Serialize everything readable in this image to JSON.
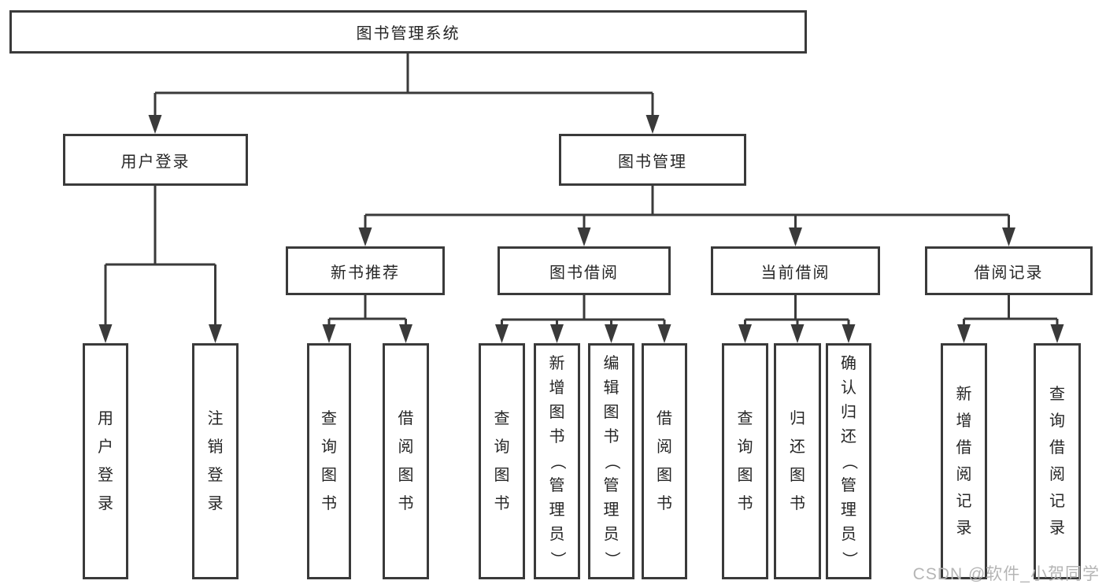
{
  "diagram": {
    "root": {
      "label": "图书管理系统"
    },
    "level2": [
      {
        "id": "user-login",
        "label": "用户登录"
      },
      {
        "id": "book-management",
        "label": "图书管理"
      }
    ],
    "level3": [
      {
        "id": "new-book-recommend",
        "label": "新书推荐",
        "parent": "图书管理"
      },
      {
        "id": "book-borrowing",
        "label": "图书借阅",
        "parent": "图书管理"
      },
      {
        "id": "current-borrowing",
        "label": "当前借阅",
        "parent": "图书管理"
      },
      {
        "id": "borrowing-records",
        "label": "借阅记录",
        "parent": "图书管理"
      }
    ],
    "leaves": [
      {
        "id": "leaf-user-login",
        "label": "用户登录",
        "parent": "用户登录"
      },
      {
        "id": "leaf-logout",
        "label": "注销登录",
        "parent": "用户登录"
      },
      {
        "id": "leaf-query-books-recommend",
        "label": "查询图书",
        "parent": "新书推荐"
      },
      {
        "id": "leaf-borrow-books-recommend",
        "label": "借阅图书",
        "parent": "新书推荐"
      },
      {
        "id": "leaf-query-books-borrowing",
        "label": "查询图书",
        "parent": "图书借阅"
      },
      {
        "id": "leaf-add-book-admin",
        "label": "新增图书（管理员）",
        "parent": "图书借阅"
      },
      {
        "id": "leaf-edit-book-admin",
        "label": "编辑图书（管理员）",
        "parent": "图书借阅"
      },
      {
        "id": "leaf-borrow-books-borrowing",
        "label": "借阅图书",
        "parent": "图书借阅"
      },
      {
        "id": "leaf-query-books-current",
        "label": "查询图书",
        "parent": "当前借阅"
      },
      {
        "id": "leaf-return-books",
        "label": "归还图书",
        "parent": "当前借阅"
      },
      {
        "id": "leaf-confirm-return-admin",
        "label": "确认归还（管理员）",
        "parent": "当前借阅"
      },
      {
        "id": "leaf-add-borrow-record",
        "label": "新增借阅记录",
        "parent": "借阅记录"
      },
      {
        "id": "leaf-query-borrow-record",
        "label": "查询借阅记录",
        "parent": "借阅记录"
      }
    ]
  },
  "watermark": "CSDN @软件_小贺同学",
  "colors": {
    "line": "#3a3a3a",
    "text": "#262626",
    "watermark": "#b5b5b5",
    "background": "#ffffff"
  }
}
